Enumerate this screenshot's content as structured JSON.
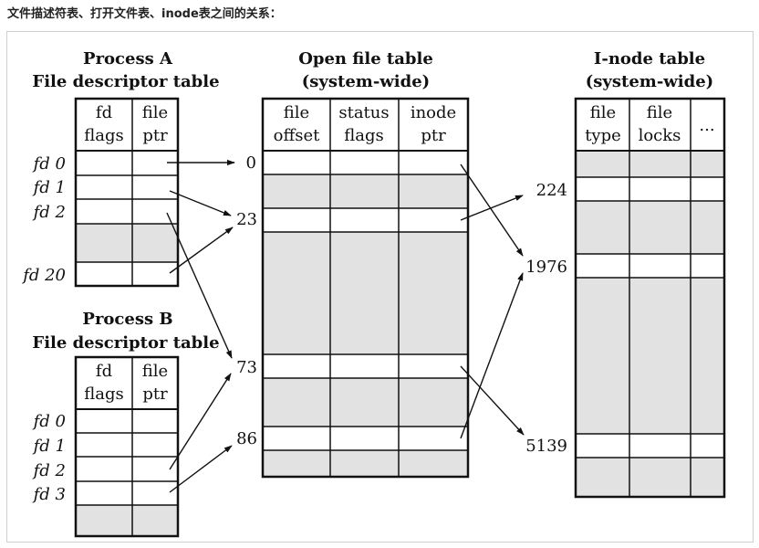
{
  "caption": "文件描述符表、打开文件表、inode表之间的关系：",
  "process_a": {
    "title_line1": "Process A",
    "title_line2": "File descriptor table",
    "col1_line1": "fd",
    "col1_line2": "flags",
    "col2_line1": "file",
    "col2_line2": "ptr",
    "rows": [
      "fd 0",
      "fd 1",
      "fd 2",
      "fd 20"
    ]
  },
  "process_b": {
    "title_line1": "Process B",
    "title_line2": "File descriptor table",
    "col1_line1": "fd",
    "col1_line2": "flags",
    "col2_line1": "file",
    "col2_line2": "ptr",
    "rows": [
      "fd 0",
      "fd 1",
      "fd 2",
      "fd 3"
    ]
  },
  "open_file_table": {
    "title_line1": "Open file table",
    "title_line2": "(system-wide)",
    "col1_line1": "file",
    "col1_line2": "offset",
    "col2_line1": "status",
    "col2_line2": "flags",
    "col3_line1": "inode",
    "col3_line2": "ptr",
    "entries": [
      "0",
      "23",
      "73",
      "86"
    ]
  },
  "inode_table": {
    "title_line1": "I-node table",
    "title_line2": "(system-wide)",
    "col1_line1": "file",
    "col1_line2": "type",
    "col2_line1": "file",
    "col2_line2": "locks",
    "col3": "...",
    "entries": [
      "224",
      "1976",
      "5139"
    ]
  },
  "colors": {
    "shade": "#e2e2e2",
    "line": "#111111"
  }
}
